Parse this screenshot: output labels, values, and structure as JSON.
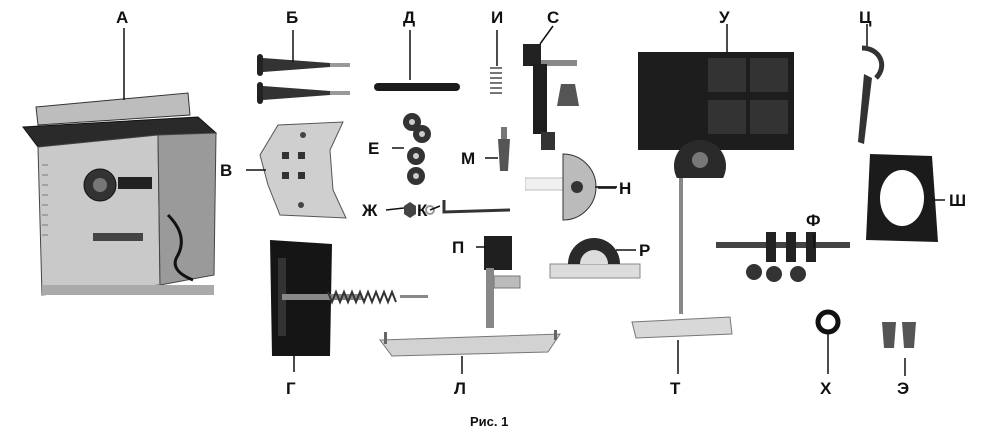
{
  "labels": {
    "A": "А",
    "B": "Б",
    "V": "В",
    "G": "Г",
    "D": "Д",
    "E": "Е",
    "Zh": "Ж",
    "I": "И",
    "K": "К",
    "L": "Л",
    "M": "М",
    "N": "Н",
    "P": "П",
    "R": "Р",
    "S": "С",
    "T": "Т",
    "U": "У",
    "F": "Ф",
    "Kh": "Х",
    "Ts": "Ц",
    "Sh": "Ш",
    "E2": "Э"
  },
  "caption": "Рис. 1",
  "colors": {
    "ink": "#111111",
    "dark_metal": "#222222",
    "grey_metal": "#8a8a8a",
    "light_metal": "#d8d8d8"
  }
}
